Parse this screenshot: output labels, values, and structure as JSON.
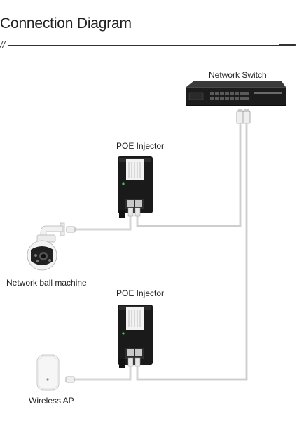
{
  "header": {
    "title": "Connection Diagram",
    "slashes": "//"
  },
  "labels": {
    "switch": "Network Switch",
    "injector_top": "POE Injector",
    "injector_bottom": "POE Injector",
    "camera": "Network ball machine",
    "ap": "Wireless AP"
  },
  "colors": {
    "device": "#1a1a1a",
    "cable": "#d9d9d9",
    "rule": "#333333"
  },
  "icons": [
    "network-switch-icon",
    "poe-injector-icon",
    "ptz-camera-icon",
    "wireless-ap-icon",
    "rj45-plug-icon"
  ]
}
